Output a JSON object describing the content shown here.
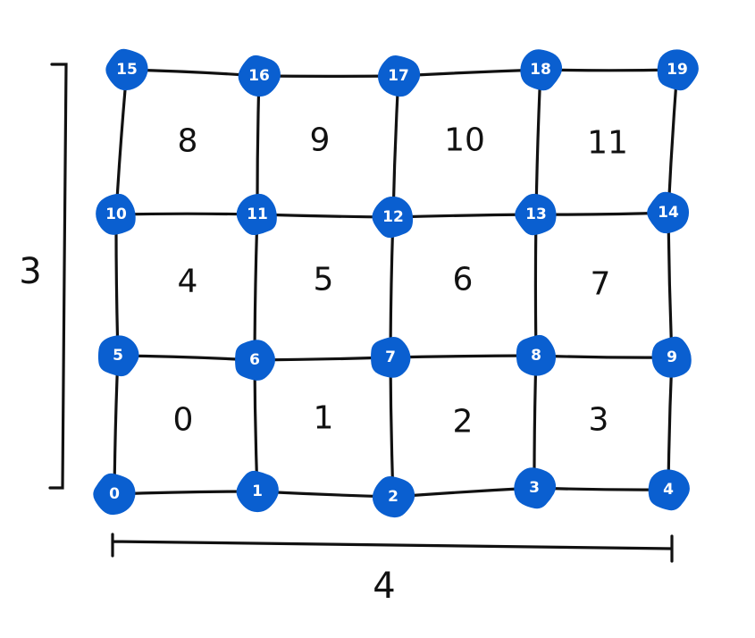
{
  "colors": {
    "node": "#0a5fd0",
    "line": "#111111",
    "node_text": "#ffffff",
    "background": "#ffffff"
  },
  "grid": {
    "columns": 4,
    "rows": 3
  },
  "nodes": [
    "0",
    "1",
    "2",
    "3",
    "4",
    "5",
    "6",
    "7",
    "8",
    "9",
    "10",
    "11",
    "12",
    "13",
    "14",
    "15",
    "16",
    "17",
    "18",
    "19"
  ],
  "cells": [
    "0",
    "1",
    "2",
    "3",
    "4",
    "5",
    "6",
    "7",
    "8",
    "9",
    "10",
    "11"
  ],
  "dimensions": {
    "width_label": "4",
    "height_label": "3"
  }
}
